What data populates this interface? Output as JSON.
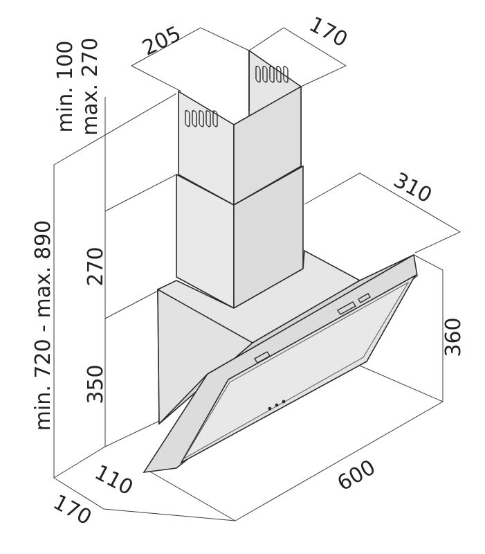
{
  "drawing": {
    "kind": "technical dimension drawing",
    "subject": "inclined glass cooker hood with telescopic chimney",
    "colors": {
      "line": "#2b2b2b",
      "panel_fill": "#e0e0e0",
      "body_fill": "#e6e6e6",
      "shadow_fill": "#d2d2d2",
      "background": "#ffffff"
    }
  },
  "dimensions": {
    "chimney_upper_width": "205",
    "chimney_depth": "170",
    "upper_adjust_min": "min. 100",
    "upper_adjust_max": "max. 270",
    "total_height": "min. 720 - max. 890",
    "chimney_height": "270",
    "body_height": "350",
    "panel_projection": "310",
    "panel_height": "360",
    "base_depth": "110",
    "base_side": "170",
    "width": "600"
  }
}
